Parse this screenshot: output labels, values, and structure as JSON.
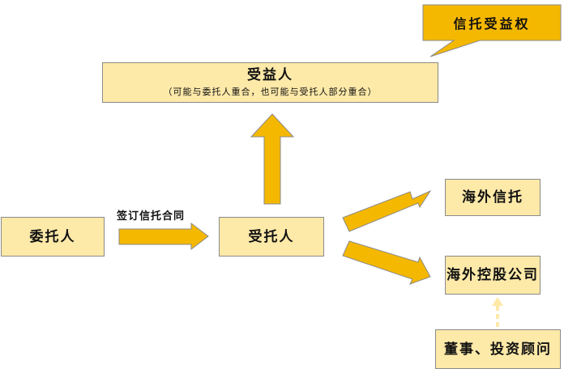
{
  "diagram": {
    "callout": {
      "label": "信托受益权"
    },
    "nodes": {
      "beneficiary": {
        "label": "受益人",
        "note": "（可能与委托人重合，也可能与受托人部分重合）"
      },
      "settlor": {
        "label": "委托人"
      },
      "trustee": {
        "label": "受托人"
      },
      "overseas_trust": {
        "label": "海外信托"
      },
      "overseas_holding": {
        "label": "海外控股公司"
      },
      "directors_advisors": {
        "label": "董事、投资顾问"
      }
    },
    "edges": {
      "settlor_to_trustee": {
        "label": "签订信托合同"
      }
    },
    "colors": {
      "box_fill": "#fde9a8",
      "arrow_fill": "#f5b800",
      "callout_fill": "#f5b800",
      "dashed_arrow": "#fde9a8"
    }
  }
}
